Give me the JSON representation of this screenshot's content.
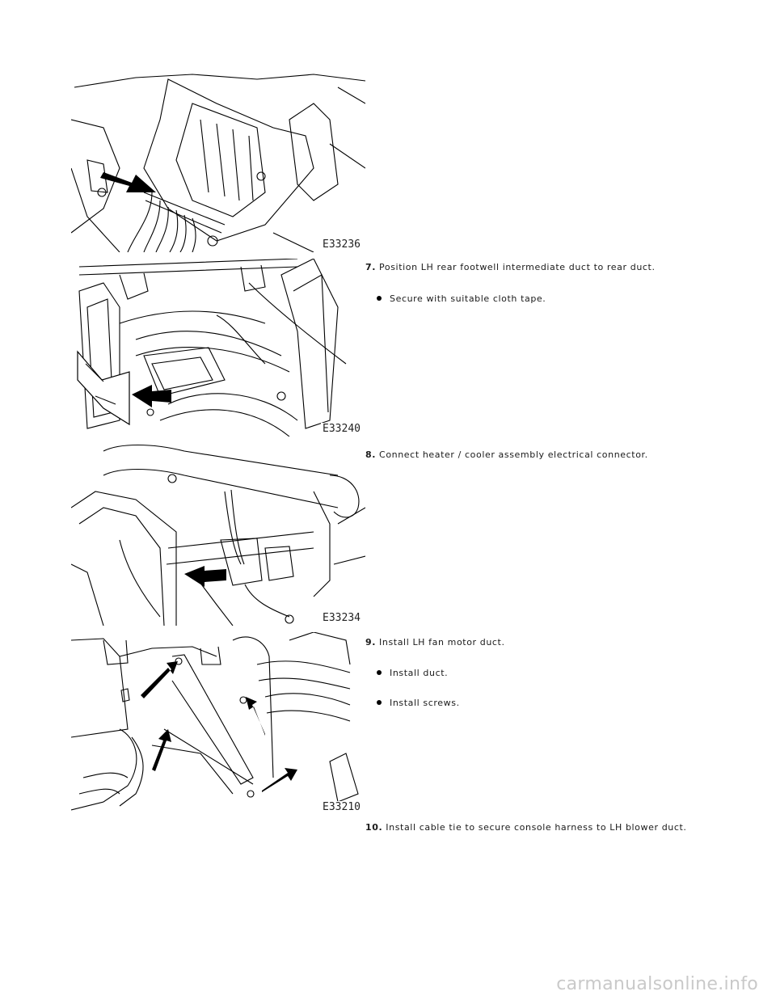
{
  "figures": [
    {
      "code": "E33236"
    },
    {
      "code": "E33240"
    },
    {
      "code": "E33234"
    },
    {
      "code": "E33210"
    }
  ],
  "steps": [
    {
      "num": "7.",
      "text": "Position LH rear footwell intermediate duct to rear duct.",
      "bullets": [
        "Secure with suitable cloth tape."
      ]
    },
    {
      "num": "8.",
      "text": "Connect heater / cooler assembly electrical connector.",
      "bullets": []
    },
    {
      "num": "9.",
      "text": "Install LH fan motor duct.",
      "bullets": [
        "Install duct.",
        "Install screws."
      ]
    },
    {
      "num": "10.",
      "text": "Install cable tie to secure console harness to LH blower duct.",
      "bullets": []
    }
  ],
  "watermark": "carmanualsonline.info"
}
